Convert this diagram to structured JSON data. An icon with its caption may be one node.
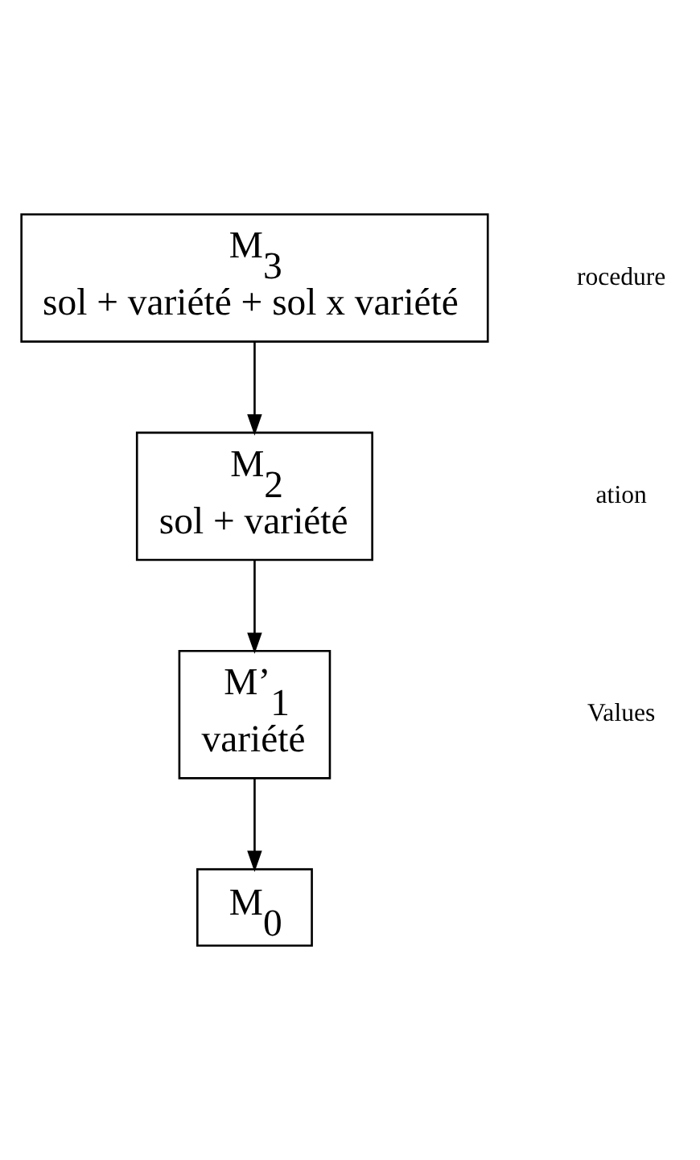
{
  "diagram": {
    "nodes": [
      {
        "text": [
          "M$_{3}$",
          "sol + variété + sol x variété"
        ]
      },
      {
        "text": [
          "M$_{2}$",
          "sol + variété"
        ]
      },
      {
        "text": [
          "M’$_{1}$",
          "variété"
        ]
      },
      {
        "text": [
          "M$_{0}$"
        ]
      }
    ],
    "edges": [
      {
        "from": 0,
        "to": 1,
        "arrow": "to"
      },
      {
        "from": 1,
        "to": 2,
        "arrow": "to"
      },
      {
        "from": 2,
        "to": 3,
        "arrow": "to"
      }
    ],
    "labels": [
      "rocedure",
      "ation",
      "Values"
    ]
  }
}
